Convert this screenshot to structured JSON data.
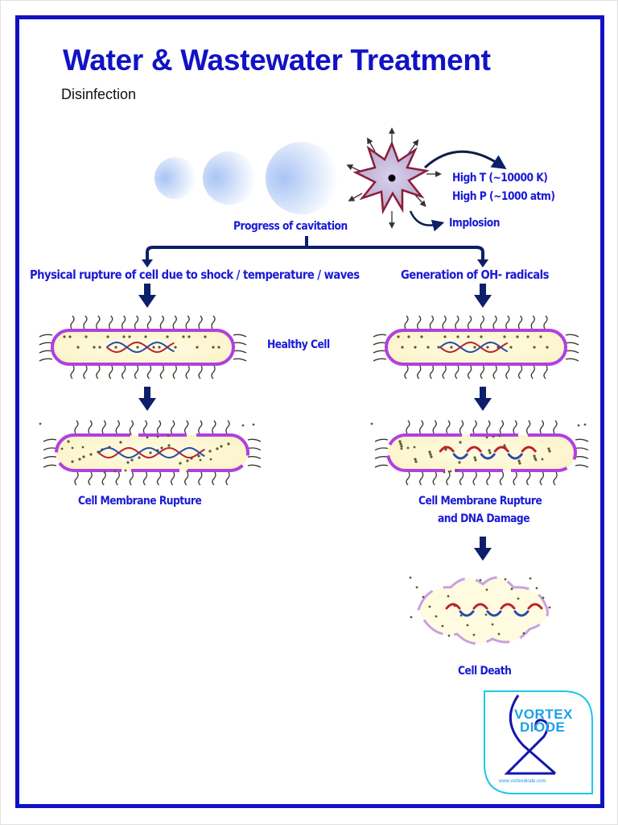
{
  "header": {
    "title": "Water & Wastewater Treatment",
    "subtitle": "Disinfection"
  },
  "cavitation": {
    "progress_label": "Progress of cavitation",
    "conditions": [
      "High T (~10000 K)",
      "High P (~1000 atm)"
    ],
    "implosion_label": "Implosion"
  },
  "branches": {
    "left": {
      "heading": "Physical rupture of cell due to shock / temperature / waves",
      "result_label": "Cell Membrane Rupture"
    },
    "right": {
      "heading": "Generation of OH- radicals",
      "result_label_line1": "Cell Membrane Rupture",
      "result_label_line2": "and DNA Damage",
      "final_label": "Cell Death"
    }
  },
  "healthy_cell_label": "Healthy Cell",
  "logo": {
    "line1": "VORTEX",
    "line2": "DIODE",
    "url": "www.vortexdiode.com"
  },
  "colors": {
    "frame": "#1212c4",
    "label": "#1a1ad6",
    "arrow": "#0d1f6b",
    "membrane": "#b040e0",
    "dna_red": "#c0202a",
    "dna_blue": "#2a4aa8",
    "logo_cyan": "#1ec8e8"
  }
}
